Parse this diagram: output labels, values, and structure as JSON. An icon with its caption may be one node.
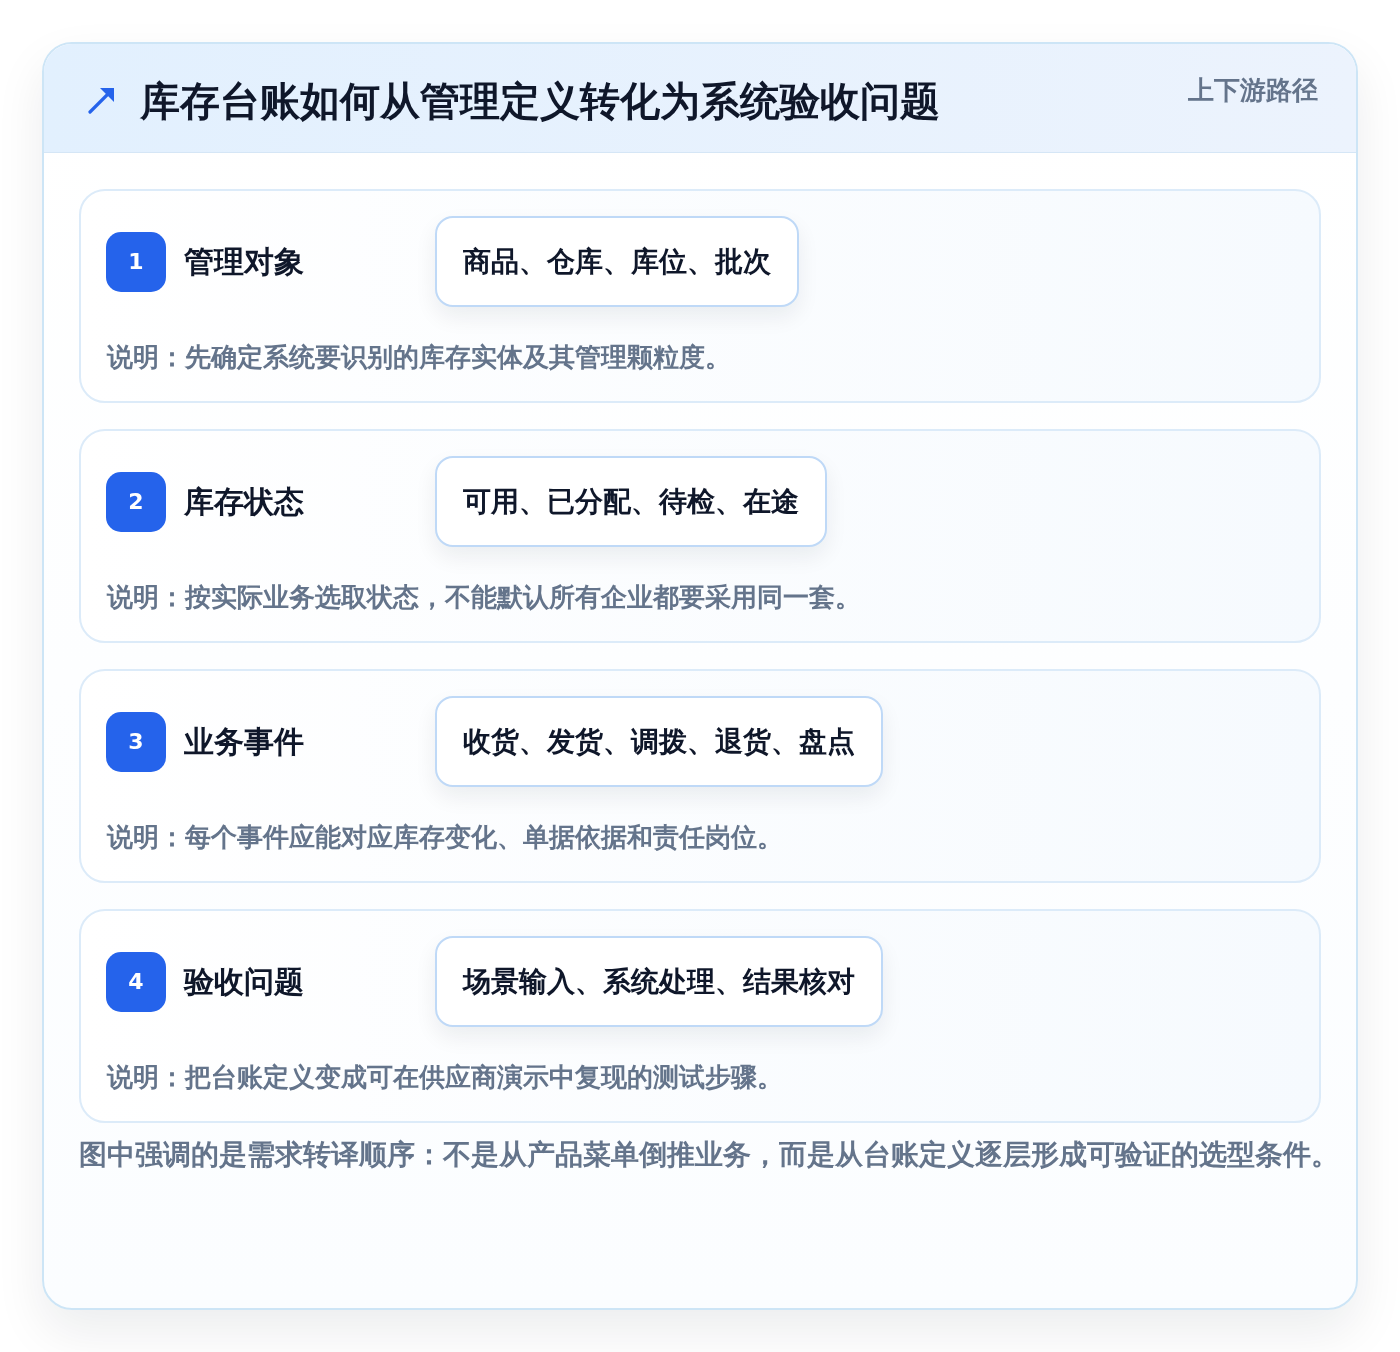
{
  "diagram": {
    "title": "库存台账如何从管理定义转化为系统验收问题",
    "caption": "图中强调的是需求转译顺序：不是从产品菜单倒推业务，而是从台账定义逐层形成可验证的选型条件。",
    "nodes": [
      {
        "text": [
          "管理对象",
          "说明：先确定系统要识别的库存实体及其管理颗粒度。"
        ]
      },
      {
        "text": [
          "1"
        ],
        "in": 0
      },
      {
        "text": [
          "商品、仓库、库位、批次"
        ],
        "in": 0
      },
      {
        "text": [
          "库存状态",
          "说明：按实际业务选取状态，不能默认所有企业都要采用同一套。"
        ]
      },
      {
        "text": [
          "2"
        ],
        "in": 3
      },
      {
        "text": [
          "可用、已分配、待检、在途"
        ],
        "in": 3
      },
      {
        "text": [
          "业务事件",
          "说明：每个事件应能对应库存变化、单据依据和责任岗位。"
        ]
      },
      {
        "text": [
          "3"
        ],
        "in": 6
      },
      {
        "text": [
          "收货、发货、调拨、退货、盘点"
        ],
        "in": 6
      },
      {
        "text": [
          "验收问题",
          "说明：把台账定义变成可在供应商演示中复现的测试步骤。"
        ]
      },
      {
        "text": [
          "4"
        ],
        "in": 9
      },
      {
        "text": [
          "场景输入、系统处理、结果核对"
        ],
        "in": 9
      }
    ],
    "labels": [
      "上下游路径"
    ]
  }
}
